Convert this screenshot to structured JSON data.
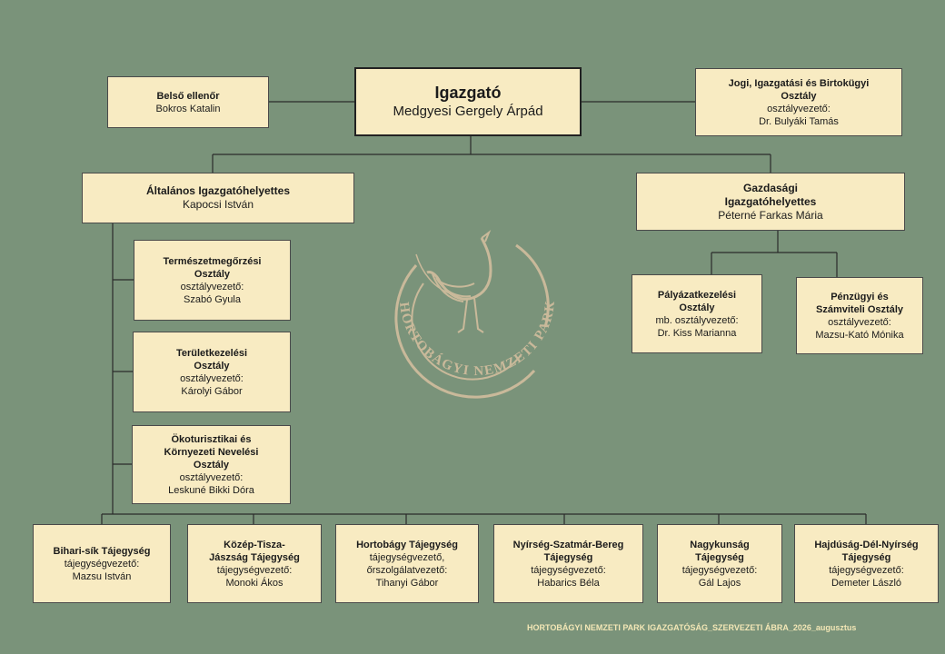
{
  "director": {
    "title": "Igazgató",
    "name": "Medgyesi Gergely Árpád"
  },
  "internal_auditor": {
    "title": "Belső ellenőr",
    "name": "Bokros Katalin"
  },
  "legal_dept": {
    "title_line1": "Jogi, Igazgatási és Birtokügyi",
    "title_line2": "Osztály",
    "role": "osztályvezető:",
    "name": "Dr. Bulyáki Tamás"
  },
  "general_deputy": {
    "title": "Általános Igazgatóhelyettes",
    "name": "Kapocsi István"
  },
  "economic_deputy": {
    "title_line1": "Gazdasági",
    "title_line2": "Igazgatóhelyettes",
    "name": "Péterné Farkas Mária"
  },
  "nature_dept": {
    "title_line1": "Természetmegőrzési",
    "title_line2": "Osztály",
    "role": "osztályvezető:",
    "name": "Szabó Gyula"
  },
  "land_dept": {
    "title_line1": "Területkezelési",
    "title_line2": "Osztály",
    "role": "osztályvezető:",
    "name": "Károlyi Gábor"
  },
  "eco_dept": {
    "title_line1": "Ökoturisztikai és",
    "title_line2": "Környezeti Nevelési",
    "title_line3": "Osztály",
    "role": "osztályvezető:",
    "name": "Leskuné Bikki Dóra"
  },
  "tender_dept": {
    "title_line1": "Pályázatkezelési",
    "title_line2": "Osztály",
    "role": "mb. osztályvezető:",
    "name": "Dr. Kiss Marianna"
  },
  "finance_dept": {
    "title_line1": "Pénzügyi és",
    "title_line2": "Számviteli Osztály",
    "role": "osztályvezető:",
    "name": "Mazsu-Kató Mónika"
  },
  "regions": [
    {
      "title_line1": "Bihari-sík Tájegység",
      "title_line2": "",
      "role_line1": "tájegységvezető:",
      "role_line2": "",
      "name": "Mazsu István"
    },
    {
      "title_line1": "Közép-Tisza-",
      "title_line2": "Jászság Tájegység",
      "role_line1": "tájegységvezető:",
      "role_line2": "",
      "name": "Monoki Ákos"
    },
    {
      "title_line1": "Hortobágy Tájegység",
      "title_line2": "",
      "role_line1": "tájegységvezető,",
      "role_line2": "őrszolgálatvezető:",
      "name": "Tihanyi Gábor"
    },
    {
      "title_line1": "Nyírség-Szatmár-Bereg",
      "title_line2": "Tájegység",
      "role_line1": "tájegységvezető:",
      "role_line2": "",
      "name": "Habarics Béla"
    },
    {
      "title_line1": "Nagykunság",
      "title_line2": "Tájegység",
      "role_line1": "tájegységvezető:",
      "role_line2": "",
      "name": "Gál Lajos"
    },
    {
      "title_line1": "Hajdúság-Dél-Nyírség",
      "title_line2": "Tájegység",
      "role_line1": "tájegységvezető:",
      "role_line2": "",
      "name": "Demeter László"
    }
  ],
  "logo_text": "HORTOBÁGYI NEMZETI PARK",
  "footer": "HORTOBÁGYI NEMZETI PARK IGAZGATÓSÁG_SZERVEZETI ÁBRA_2026_augusztus",
  "colors": {
    "background": "#7a937a",
    "box": "#f8ebc2",
    "footer_text": "#f3e7b6",
    "logo": "#c9b99a"
  }
}
